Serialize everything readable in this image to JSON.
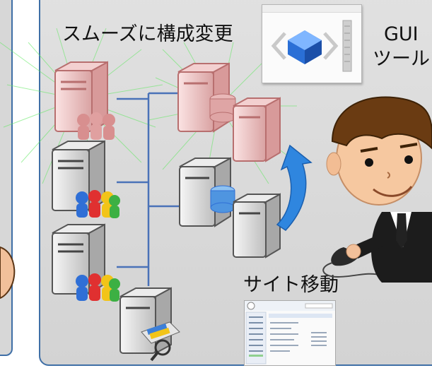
{
  "labels": {
    "top_partial": "",
    "smooth_reconfig": "スムーズに構成変更",
    "gui_line1": "GUI",
    "gui_line2": "ツール",
    "site_move": "サイト移動"
  },
  "colors": {
    "panel_border": "#3f6fa6",
    "panel_fill": "#d7d7d7",
    "network_line": "#4a72b8",
    "glow": "#55e655",
    "server_red_tint": "#e8b4b4",
    "arrow_blue": "#2f7fd8"
  },
  "icons": [
    "server-cluster-red-icon",
    "server-db-red-icon",
    "server-red-icon",
    "server-group-icon",
    "server-db-icon",
    "server-icon",
    "file-server-search-icon",
    "cube-icon",
    "curved-arrow-icon",
    "mouse-icon",
    "businessman-icon"
  ]
}
